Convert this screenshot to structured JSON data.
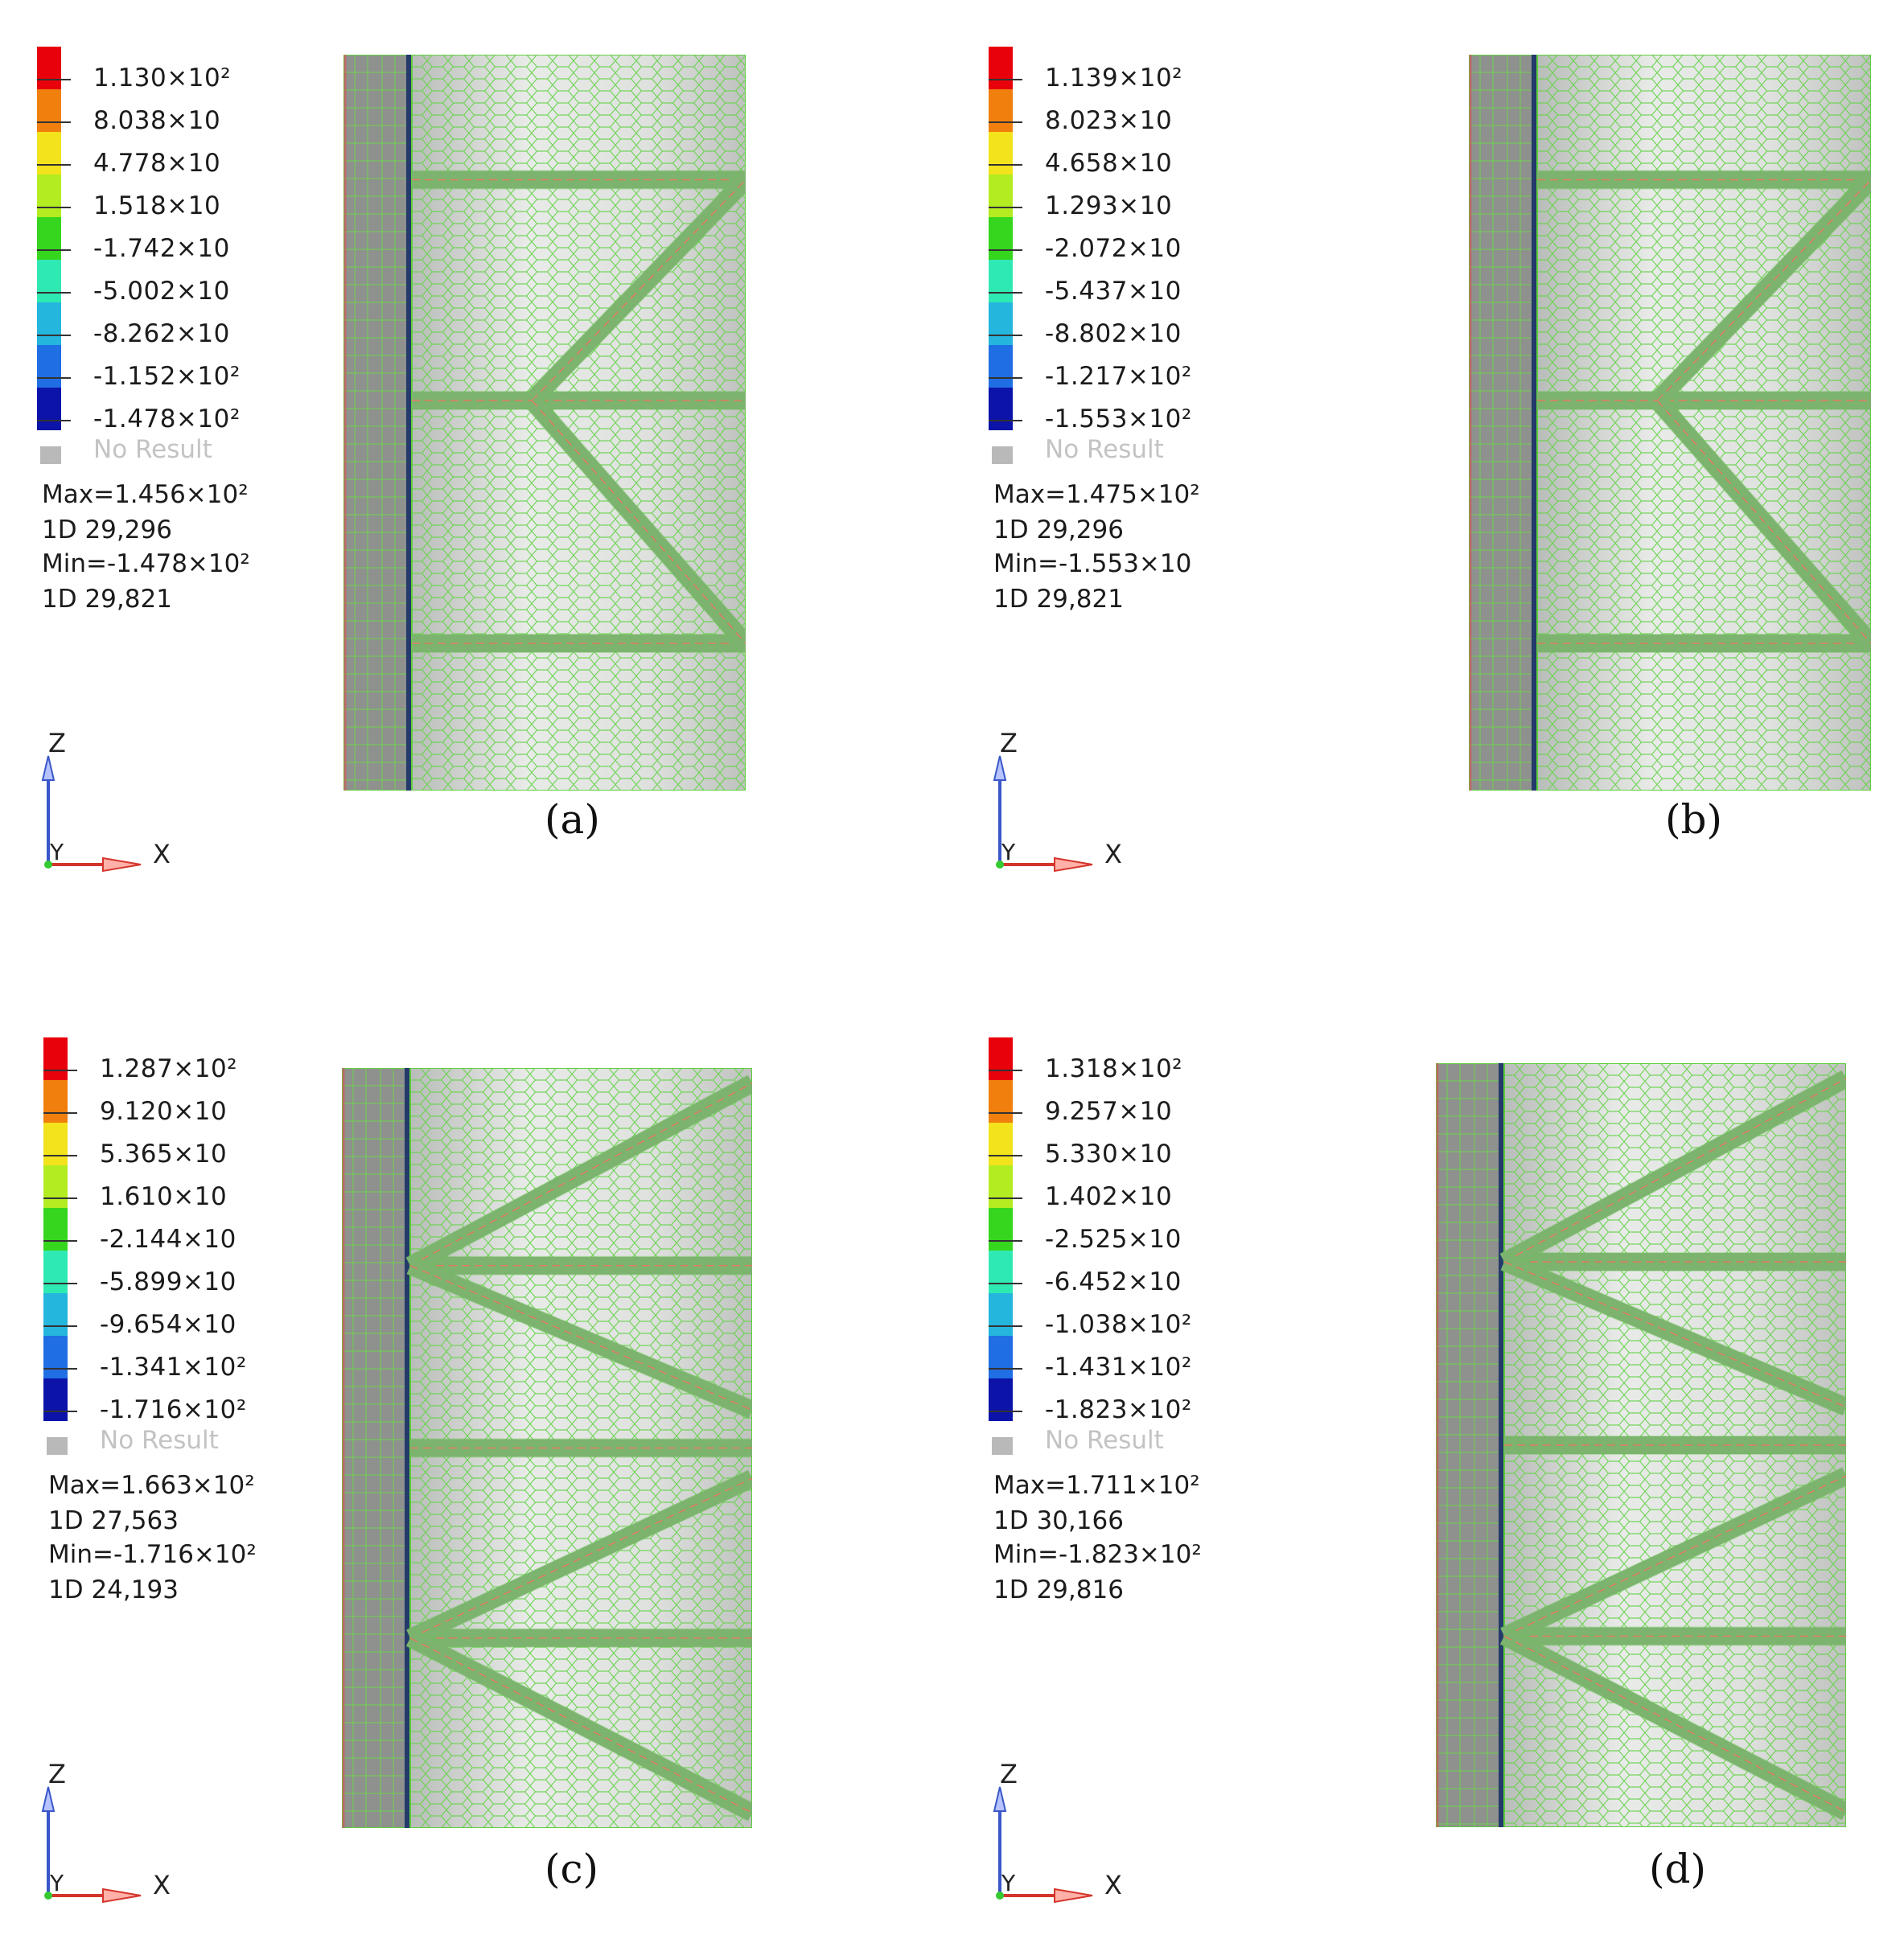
{
  "colorbar_colors": [
    "#e8000b",
    "#f07f0d",
    "#f2e31c",
    "#b3ec21",
    "#35d61d",
    "#2fe9b3",
    "#25b6dd",
    "#1f6ee3",
    "#0b13a8"
  ],
  "panels": [
    {
      "id": "a",
      "caption": "(a)",
      "legend_values": [
        "1.130×10²",
        "8.038×10",
        "4.778×10",
        "1.518×10",
        "-1.742×10",
        "-5.002×10",
        "-8.262×10",
        "-1.152×10²",
        "-1.478×10²"
      ],
      "no_result": "No Result",
      "max_line": "Max=1.456×10²",
      "max_elem": "1D 29,296",
      "min_line": "Min=-1.478×10²",
      "min_elem": "1D 29,821",
      "axis_z": "Z",
      "axis_y": "Y",
      "axis_x": "X",
      "bracing": "Y"
    },
    {
      "id": "b",
      "caption": "(b)",
      "legend_values": [
        "1.139×10²",
        "8.023×10",
        "4.658×10",
        "1.293×10",
        "-2.072×10",
        "-5.437×10",
        "-8.802×10",
        "-1.217×10²",
        "-1.553×10²"
      ],
      "no_result": "No Result",
      "max_line": "Max=1.475×10²",
      "max_elem": "1D 29,296",
      "min_line": "Min=-1.553×10",
      "min_elem": "1D 29,821",
      "axis_z": "Z",
      "axis_y": "Y",
      "axis_x": "X",
      "bracing": "Y"
    },
    {
      "id": "c",
      "caption": "(c)",
      "legend_values": [
        "1.287×10²",
        "9.120×10",
        "5.365×10",
        "1.610×10",
        "-2.144×10",
        "-5.899×10",
        "-9.654×10",
        "-1.341×10²",
        "-1.716×10²"
      ],
      "no_result": "No Result",
      "max_line": "Max=1.663×10²",
      "max_elem": "1D 27,563",
      "min_line": "Min=-1.716×10²",
      "min_elem": "1D 24,193",
      "axis_z": "Z",
      "axis_y": "Y",
      "axis_x": "X",
      "bracing": "W"
    },
    {
      "id": "d",
      "caption": "(d)",
      "legend_values": [
        "1.318×10²",
        "9.257×10",
        "5.330×10",
        "1.402×10",
        "-2.525×10",
        "-6.452×10",
        "-1.038×10²",
        "-1.431×10²",
        "-1.823×10²"
      ],
      "no_result": "No Result",
      "max_line": "Max=1.711×10²",
      "max_elem": "1D 30,166",
      "min_line": "Min=-1.823×10²",
      "min_elem": "1D 29,816",
      "axis_z": "Z",
      "axis_y": "Y",
      "axis_x": "X",
      "bracing": "W"
    }
  ]
}
